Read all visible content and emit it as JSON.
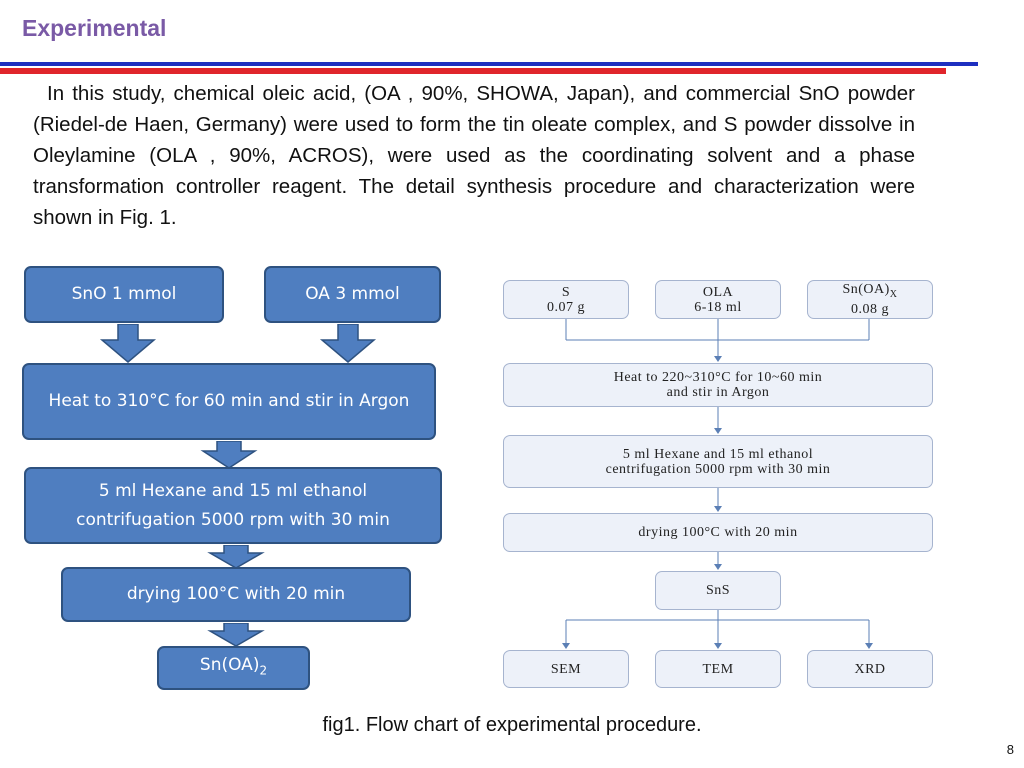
{
  "slide": {
    "title": "Experimental",
    "paragraph": "In this study, chemical oleic acid, (OA , 90%, SHOWA, Japan), and commercial SnO powder (Riedel-de Haen, Germany) were used to form the tin oleate complex, and S powder dissolve in Oleylamine (OLA , 90%, ACROS), were used as the coordinating solvent and a phase transformation controller reagent. The detail synthesis procedure and characterization were shown in Fig. 1.",
    "caption": "fig1. Flow chart of experimental procedure.",
    "page_number": "8"
  },
  "left_flow": {
    "sno": "SnO  1 mmol",
    "oa": "OA  3 mmol",
    "heat": "Heat to 310°C for 60 min and stir in Argon",
    "hexane": "5 ml Hexane and 15 ml ethanol contrifugation 5000 rpm with 30 min",
    "drying": "drying 100°C with 20 min",
    "product_base": "Sn(OA)",
    "product_sub": "2"
  },
  "right_flow": {
    "s_name": "S",
    "s_amount": "0.07 g",
    "ola_name": "OLA",
    "ola_amount": "6-18 ml",
    "snoa_name": "Sn(OA)",
    "snoa_sub": "X",
    "snoa_amount": "0.08 g",
    "heat_line1": "Heat to 220~310°C for 10~60 min",
    "heat_line2": "and stir in Argon",
    "hexane_line1": "5 ml Hexane and 15 ml ethanol",
    "hexane_line2": "centrifugation  5000 rpm with 30 min",
    "drying": "drying 100°C with 20 min",
    "product": "SnS",
    "sem": "SEM",
    "tem": "TEM",
    "xrd": "XRD"
  },
  "colors": {
    "title": "#7a5aa6",
    "left_box_fill": "#4f7ec0",
    "left_box_border": "#2e5280",
    "right_box_fill": "#edf1f9",
    "right_connector": "#5b7fb5",
    "rule_blue": "#1d2fc0",
    "rule_red": "#e0252b"
  }
}
